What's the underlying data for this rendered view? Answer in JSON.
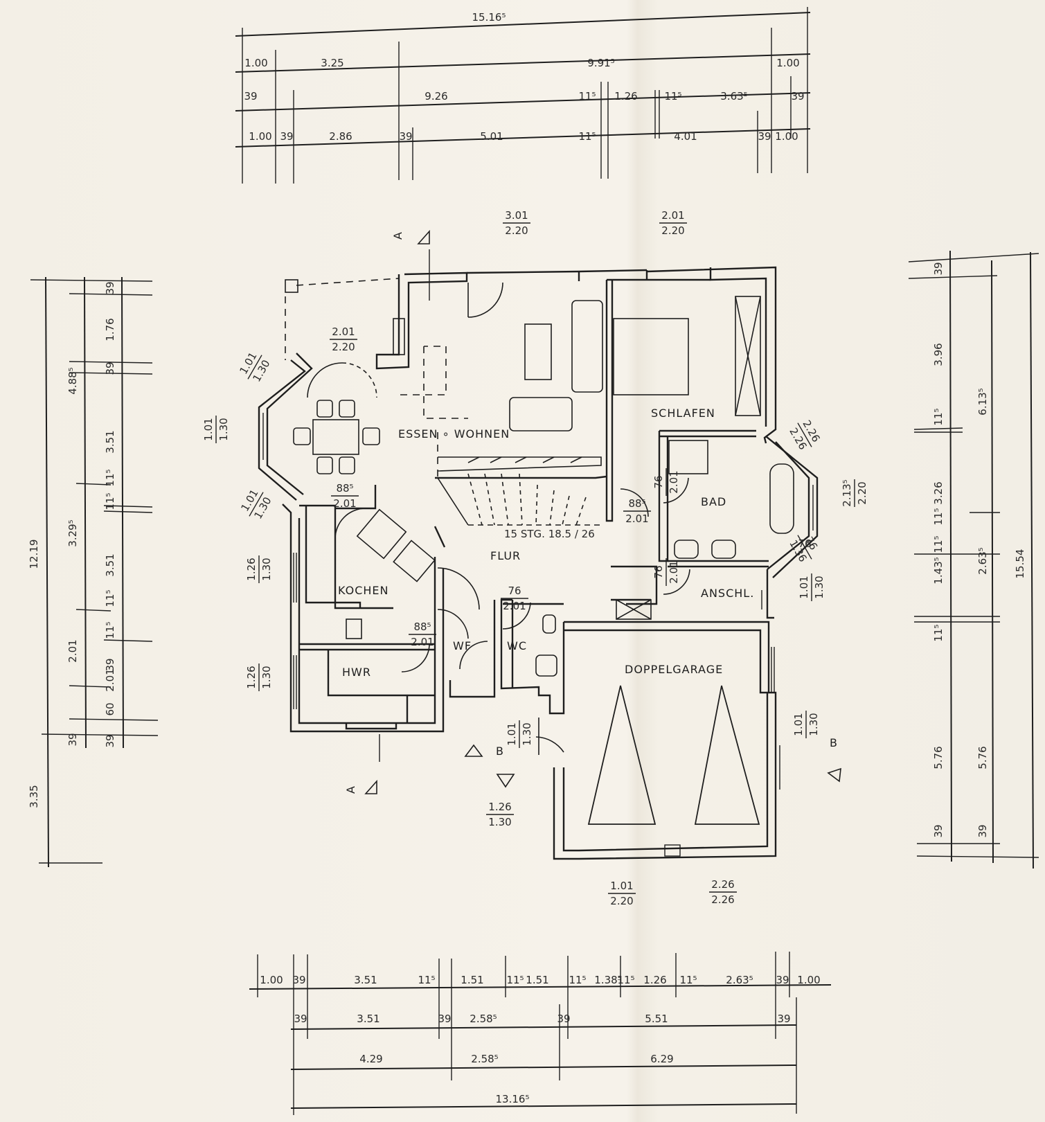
{
  "rooms": {
    "essen_wohnen": "ESSEN ∘ WOHNEN",
    "schlafen": "SCHLAFEN",
    "bad": "BAD",
    "flur": "FLUR",
    "kochen": "KOCHEN",
    "anschl": "ANSCHL.",
    "hwr": "HWR",
    "wf": "WF",
    "wc": "WC",
    "doppelgarage": "DOPPELGARAGE"
  },
  "stairs": "15 STG. 18.5 / 26",
  "sections": {
    "a": "A",
    "b": "B"
  },
  "openings": [
    {
      "w": "3.01",
      "h": "2.20"
    },
    {
      "w": "2.01",
      "h": "2.20"
    },
    {
      "w": "2.01",
      "h": "2.20"
    },
    {
      "w": "1.01",
      "h": "1.30"
    },
    {
      "w": "1.01",
      "h": "1.30"
    },
    {
      "w": "1.01",
      "h": "1.30"
    },
    {
      "w": "88⁵",
      "h": "2.01"
    },
    {
      "w": "88⁵",
      "h": "2.01"
    },
    {
      "w": "88⁵",
      "h": "2.01"
    },
    {
      "w": "76",
      "h": "2.01"
    },
    {
      "w": "76",
      "h": "2.01"
    },
    {
      "w": "76",
      "h": "2.01"
    },
    {
      "w": "1.26",
      "h": "1.30"
    },
    {
      "w": "1.26",
      "h": "1.30"
    },
    {
      "w": "1.26",
      "h": "1.30"
    },
    {
      "w": "2.13⁵",
      "h": "2.20"
    },
    {
      "w": "1.01",
      "h": "1.30"
    },
    {
      "w": "1.01",
      "h": "1.30"
    },
    {
      "w": "1.01",
      "h": "1.30"
    },
    {
      "w": "1.01",
      "h": "2.20"
    },
    {
      "w": "2.26",
      "h": "2.26"
    },
    {
      "w": "2.26",
      "h": "2.26"
    },
    {
      "w": "76",
      "h": "1.36"
    },
    {
      "w": "76",
      "h": "1.36"
    }
  ],
  "dims": {
    "top": [
      [
        "15.16⁵"
      ],
      [
        "1.00",
        "3.25",
        "9.91⁵",
        "1.00"
      ],
      [
        "39",
        "9.26",
        "11⁵",
        "1.26",
        "11⁵",
        "3.63⁵",
        "39"
      ],
      [
        "1.00",
        "39",
        "2.86",
        "39",
        "5.01",
        "11⁵",
        "4.01",
        "39",
        "1.00"
      ]
    ],
    "bottom": [
      [
        "1.00",
        "39",
        "3.51",
        "11⁵",
        "1.51",
        "11⁵",
        "1.51",
        "11⁵",
        "1.38⁵",
        "11⁵",
        "1.26",
        "11⁵",
        "2.63⁵",
        "39",
        "1.00"
      ],
      [
        "39",
        "3.51",
        "39",
        "2.58⁵",
        "39",
        "5.51",
        "39"
      ],
      [
        "4.29",
        "2.58⁵",
        "6.29"
      ],
      [
        "13.16⁵"
      ]
    ],
    "left": [
      [
        "12.19",
        "3.35"
      ],
      [
        "4.88⁵",
        "3.29⁵",
        "2.01",
        "39"
      ],
      [
        "39",
        "1.76",
        "39",
        "3.51",
        "11⁵",
        "11⁵",
        "3.51",
        "11⁵",
        "11⁵",
        "39",
        "60",
        "2.01",
        "39"
      ]
    ],
    "right": [
      [
        "15.54"
      ],
      [
        "6.13⁵",
        "2.63⁵",
        "5.76",
        "39"
      ],
      [
        "39",
        "3.96",
        "11⁵",
        "3.26",
        "11⁵",
        "11⁵",
        "1.43⁵",
        "11⁵",
        "5.76",
        "39"
      ]
    ]
  }
}
